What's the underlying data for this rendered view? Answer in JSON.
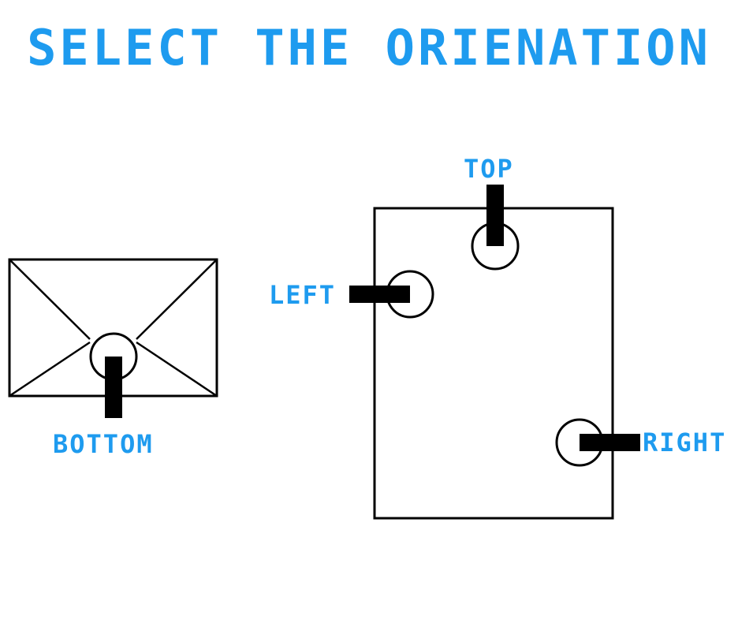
{
  "page": {
    "title": "SELECT THE ORIENATION"
  },
  "options": {
    "top": "TOP",
    "left": "LEFT",
    "right": "RIGHT",
    "bottom": "BOTTOM"
  },
  "colors": {
    "accent": "#1e9bef",
    "ink": "#000000",
    "background": "#ffffff"
  }
}
